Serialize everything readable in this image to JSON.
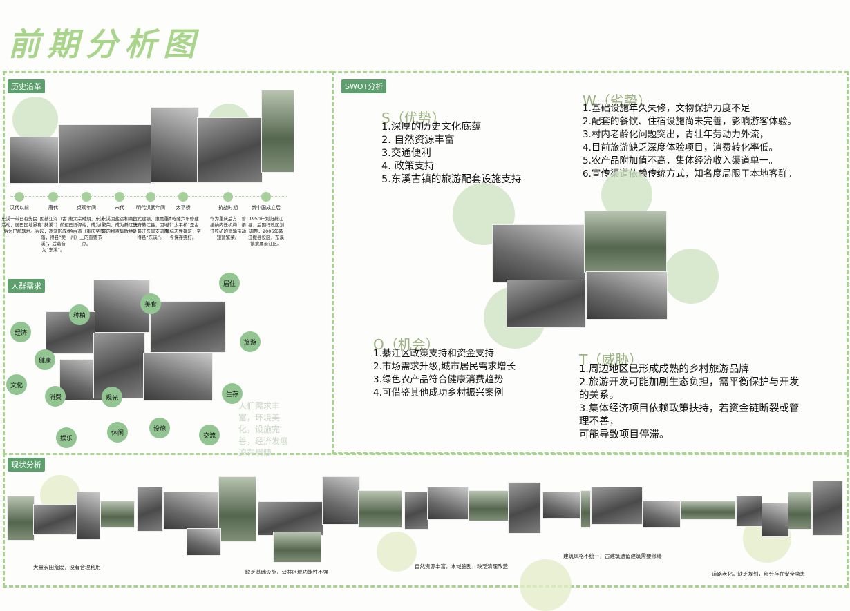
{
  "title": "前期分析图",
  "history": {
    "label": "历史沿革",
    "timeline": [
      {
        "era": "汉代以前",
        "desc": "东溪一带已有先民活动，属巴国地界后为巴郡辖地。"
      },
      {
        "era": "唐代",
        "desc": "因綦江河（古称“僰溪”）航运兴起，逐渐形成村落，得名“僰溪”，后谐音为“东溪”。"
      },
      {
        "era": "贞观年间",
        "desc": "唐太宗时期，东溪已设驿站，成为川黔古道（重庆至贵州）上的重要节点。"
      },
      {
        "era": "宋代",
        "desc": "东溪因盐运和商贸繁荣，成为綦江流域的物资集散地。"
      },
      {
        "era": "明代洪武年间",
        "desc": "正式建镇，隶属重庆府綦江县，因地处綦江东岸支流而得名“东溪”。"
      },
      {
        "era": "太平桥",
        "desc": "清乾隆六年修建的“太平桥”是古镇标志性建筑，至今保存完好。"
      },
      {
        "era": "抗战时期",
        "desc": "作为重庆后方，曾接纳内迁机构，綦江铁矿的运输带动短暂繁荣。"
      },
      {
        "era": "新中国成立后",
        "desc": "1950年划归綦江县，后因行政区划调整，2006年綦江撤县设区，东溪镇隶属綦江区。"
      }
    ]
  },
  "demand": {
    "label": "人群需求",
    "nodes": [
      "居住",
      "美食",
      "种植",
      "经济",
      "旅游",
      "健康",
      "文化",
      "消费",
      "观光",
      "生存",
      "娱乐",
      "休闲",
      "设施",
      "交流"
    ],
    "note": "人们需求丰富，环境美化，设施完善，经济发展迫在眉睫"
  },
  "swot": {
    "label": "SWOT分析",
    "s": {
      "heading": "S（优势）",
      "items": [
        "1.深厚的历史文化底蕴",
        "2. 自然资源丰富",
        "3.交通便利",
        "4. 政策支持",
        "5.东溪古镇的旅游配套设施支持"
      ]
    },
    "w": {
      "heading": "W（劣势）",
      "items": [
        "1.基础设施年久失修，文物保护力度不足",
        "2.配套的餐饮、住宿设施尚未完善，影响游客体验。",
        "3.村内老龄化问题突出，青壮年劳动力外流，",
        "4.目前旅游缺乏深度体验项目，消费转化率低。",
        "5.农产品附加值不高，集体经济收入渠道单一。",
        " 6.宣传渠道依赖传统方式，知名度局限于本地客群。"
      ]
    },
    "o": {
      "heading": "O（机会）",
      "items": [
        "1.綦江区政策支持和资金支持",
        "2.市场需求升级,城市居民需求增长",
        "3.绿色农产品符合健康消费趋势",
        "4.可借鉴其他成功乡村振兴案例"
      ]
    },
    "t": {
      "heading": "T（威胁）",
      "items": [
        "1.周边地区已形成成熟的乡村旅游品牌",
        "2.旅游开发可能加剧生态负担，需平衡保护与开发",
        "的关系。",
        "3.集体经济项目依赖政策扶持，若资金链断裂或管",
        "理不善，",
        "可能导致项目停滞。"
      ]
    }
  },
  "status": {
    "label": "现状分析",
    "captions": [
      "大量农田荒废，没有合理利用",
      "缺乏基础设施，公共区域功能性不强",
      "自然资源丰富，水域脏乱，缺乏清理改造",
      "建筑风格不统一，古建筑遗留建筑需要修缮",
      "道路老化，缺乏规划，部分存在安全隐患"
    ]
  },
  "colors": {
    "accent": "#a6d48e",
    "tag": "#5d9f6d",
    "node": "#93c592"
  }
}
